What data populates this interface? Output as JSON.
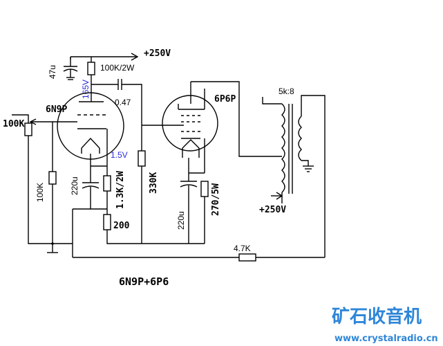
{
  "labels": {
    "supply_top": "+250V",
    "supply_bottom": "+250V",
    "c_decouple": "47u",
    "r_plate": "100K/2W",
    "v_plate": "165V",
    "c_coupling": "0.47",
    "tube1": "6N9P",
    "tube2": "6P6P",
    "pot": "100K",
    "r_bias_ground": "100K",
    "c_cathode1": "220u",
    "r_cathode1": "1.3K/2W",
    "v_cathode": "1.5V",
    "r_grid2": "330K",
    "r_feedback_shunt": "200",
    "c_cathode2": "220u",
    "r_cathode2": "270/5W",
    "transformer": "5k:8",
    "r_feedback": "4.7K",
    "caption": "6N9P+6P6",
    "watermark_cn": "矿石收音机",
    "watermark_url": "www.crystalradio.cn"
  },
  "colors": {
    "wire": "#000000",
    "voltage_annotation": "#2a2ad8",
    "watermark": "#2e86d8"
  }
}
